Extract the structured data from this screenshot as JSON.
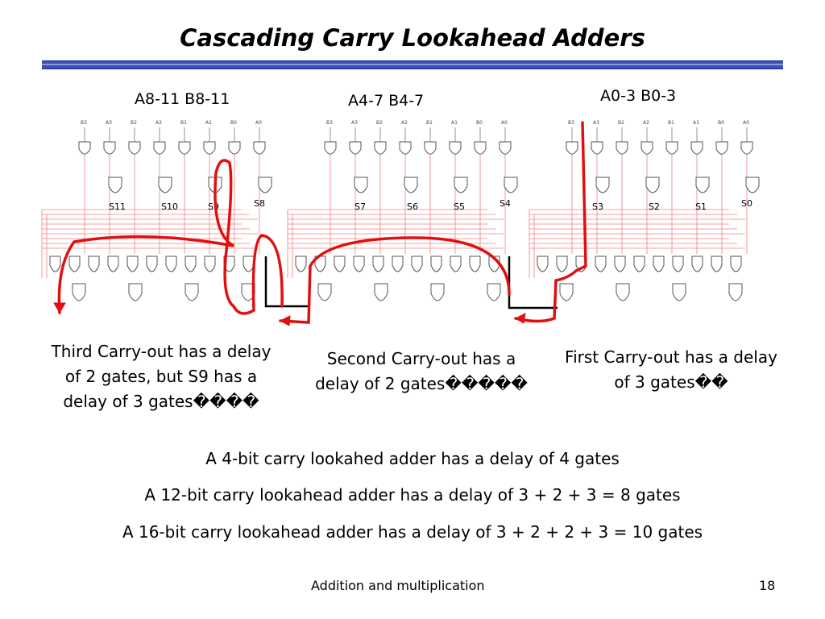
{
  "title": "Cascading Carry Lookahead Adders",
  "blocks": [
    {
      "inputs": "A8-11 B8-11",
      "sums": [
        "S11",
        "S10",
        "S9",
        "S8"
      ]
    },
    {
      "inputs": "A4-7 B4-7",
      "sums": [
        "S7",
        "S6",
        "S5",
        "S4"
      ]
    },
    {
      "inputs": "A0-3 B0-3",
      "sums": [
        "S3",
        "S2",
        "S1",
        "S0"
      ]
    }
  ],
  "notes": {
    "third": "Third Carry-out has a delay of 2 gates, but S9 has a delay of 3 gates����",
    "second": "Second Carry-out has a delay of 2 gates�����",
    "first": "First Carry-out has a delay of 3 gates��"
  },
  "statements": [
    "A 4-bit carry lookahed adder has a delay of 4 gates",
    "A 12-bit carry lookahead adder has a delay of 3 + 2 + 3 = 8 gates",
    "A 16-bit carry lookahead adder has a delay of 3 + 2 + 2 + 3 = 10 gates"
  ],
  "footer": {
    "text": "Addition and multiplication",
    "page": "18"
  },
  "colors": {
    "title_bar": "#3d4fb8",
    "wire": "#f08080",
    "path": "#e01010",
    "gate": "#555555"
  }
}
